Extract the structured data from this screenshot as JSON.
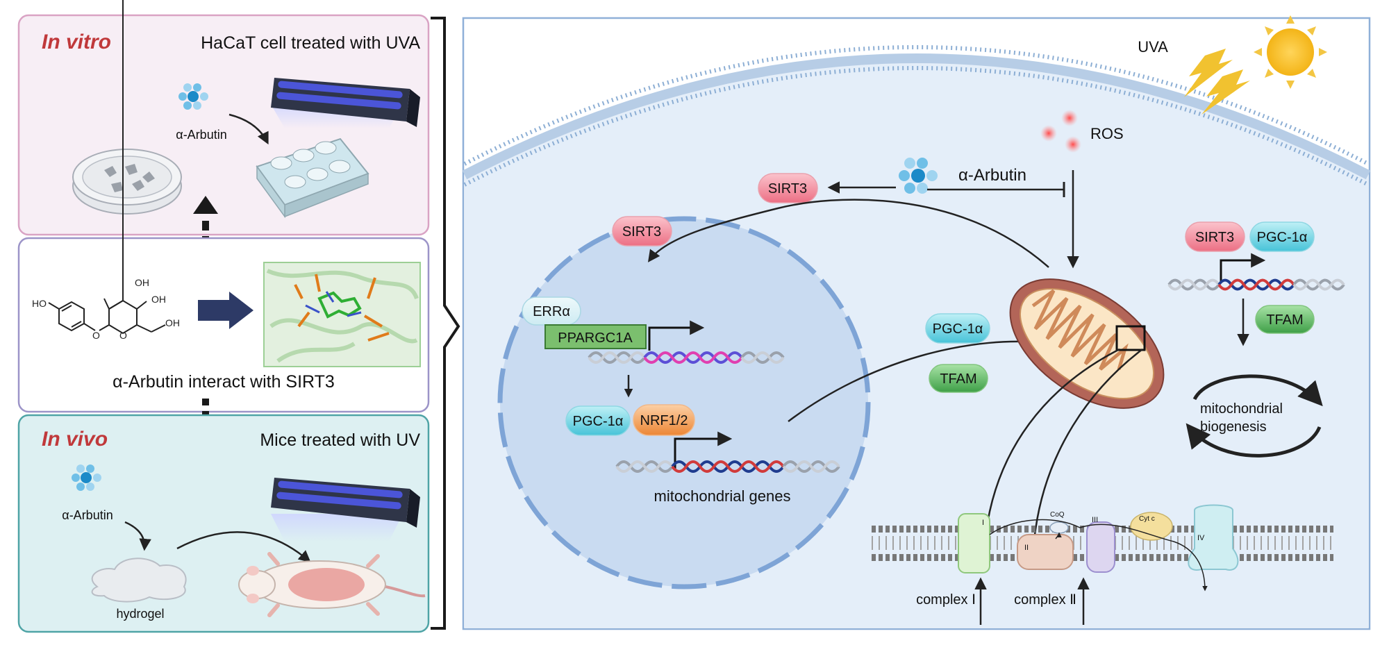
{
  "left": {
    "in_vitro": {
      "title": "In vitro",
      "heading": "HaCaT cell treated with UVA",
      "compound": "α-Arbutin"
    },
    "docking": {
      "caption": "α-Arbutin interact with SIRT3",
      "atoms": [
        "HO",
        "O",
        "OH",
        "OH",
        "OH",
        "O"
      ]
    },
    "in_vivo": {
      "title": "In vivo",
      "heading": "Mice treated with UV",
      "compound": "α-Arbutin",
      "vehicle": "hydrogel"
    }
  },
  "right": {
    "uva": "UVA",
    "ros": "ROS",
    "compound": "α-Arbutin",
    "cytoplasm": {
      "sirt3": "SIRT3",
      "pgc": "PGC-1α",
      "tfam": "TFAM",
      "sirt3_right": "SIRT3",
      "pgc_right": "PGC-1α",
      "tfam_right": "TFAM",
      "biogenesis_line1": "mitochondrial",
      "biogenesis_line2": "biogenesis"
    },
    "nucleus": {
      "sirt3": "SIRT3",
      "erra": "ERRα",
      "ppargc": "PPARGC1A",
      "pgc": "PGC-1α",
      "nrf": "NRF1/2",
      "genes": "mitochondrial genes"
    },
    "etc": {
      "c1": "I",
      "c2": "II",
      "coq": "CoQ",
      "c3": "III",
      "cytc": "Cyt c",
      "c4": "IV",
      "complex1": "complex Ⅰ",
      "complex2": "complex Ⅱ"
    }
  },
  "colors": {
    "vitro_border": "#d9a3c4",
    "vitro_fill": "#f7eef5",
    "dock_border": "#9c94c8",
    "vivo_border": "#4fa4a6",
    "vivo_fill": "#ddf0f2",
    "title_red": "#c0393b",
    "cell_fill": "#e4eef9",
    "nucleus_fill": "#c9dbf1",
    "sirt3": "#f07d8f",
    "pgc": "#62cfe0",
    "tfam": "#54b45a",
    "nrf": "#f29a4f",
    "mito": "#b36558"
  }
}
